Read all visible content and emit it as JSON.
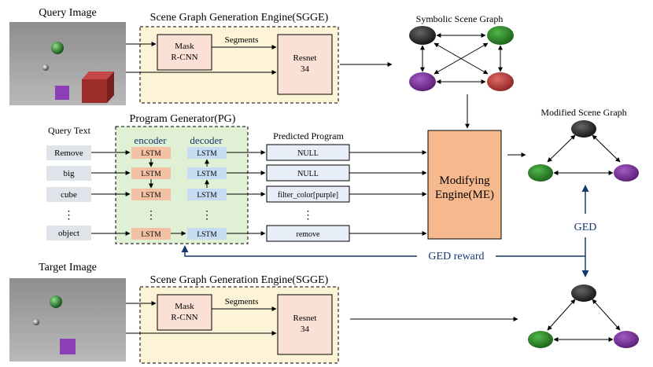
{
  "query_image": {
    "title": "Query Image"
  },
  "target_image": {
    "title": "Target Image"
  },
  "sgge_top": {
    "title": "Scene Graph Generation Engine(SGGE)",
    "mask_line1": "Mask",
    "mask_line2": "R-CNN",
    "segments": "Segments",
    "resnet_line1": "Resnet",
    "resnet_line2": "34"
  },
  "sgge_bottom": {
    "title": "Scene Graph Generation Engine(SGGE)",
    "mask_line1": "Mask",
    "mask_line2": "R-CNN",
    "segments": "Segments",
    "resnet_line1": "Resnet",
    "resnet_line2": "34"
  },
  "symbolic_graph": {
    "title": "Symbolic Scene Graph"
  },
  "modified_graph": {
    "title": "Modified Scene Graph"
  },
  "query_text": {
    "title": "Query Text",
    "tokens": [
      "Remove",
      "big",
      "cube",
      "object"
    ],
    "ellipsis": "⋮"
  },
  "program_generator": {
    "title": "Program Generator(PG)",
    "encoder": "encoder",
    "decoder": "decoder",
    "lstm": "LSTM",
    "ellipsis": "⋮"
  },
  "predicted_program": {
    "title": "Predicted Program",
    "items": [
      "NULL",
      "NULL",
      "filter_color[purple]",
      "remove"
    ],
    "ellipsis": "⋮"
  },
  "modifying_engine": {
    "line1": "Modifying",
    "line2": "Engine(ME)"
  },
  "ged": {
    "label": "GED",
    "reward": "GED reward"
  },
  "colors": {
    "accent_navy": "#14376e",
    "sgge_fill": "#fdf3d6",
    "pg_fill": "#dff0d5",
    "lstm_enc": "#f4c1a4",
    "lstm_dec": "#c5dcf2",
    "token_fill": "#dfe3ea",
    "me_fill": "#f6b98d",
    "node_black": "#2a2a2a",
    "node_green": "#2e8a2a",
    "node_purple": "#7a2f9a",
    "node_red": "#b83a38"
  }
}
